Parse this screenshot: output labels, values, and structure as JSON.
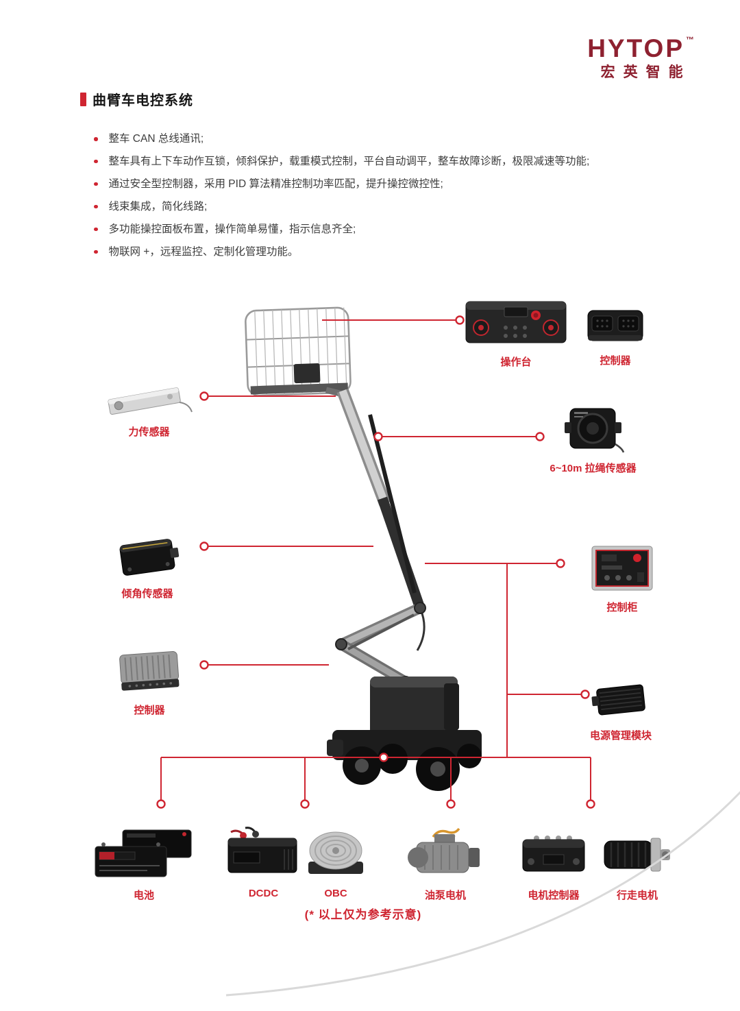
{
  "brand": {
    "name": "HYTOP",
    "tm": "™",
    "cn": "宏英智能"
  },
  "title": "曲臂车电控系统",
  "features": [
    "整车 CAN 总线通讯;",
    "整车具有上下车动作互锁，倾斜保护，载重模式控制，平台自动调平，整车故障诊断，极限减速等功能;",
    "通过安全型控制器，采用 PID 算法精准控制功率匹配，提升操控微控性;",
    "线束集成，简化线路;",
    "多功能操控面板布置，操作简单易懂，指示信息齐全;",
    "物联网 +，远程监控、定制化管理功能。"
  ],
  "callouts": {
    "console": "操作台",
    "controller_top": "控制器",
    "force_sensor": "力传感器",
    "draw_wire_sensor": "6~10m 拉绳传感器",
    "tilt_sensor": "倾角传感器",
    "control_cabinet": "控制柜",
    "controller_left": "控制器",
    "power_module": "电源管理模块"
  },
  "bottom_row": [
    "电池",
    "DCDC",
    "OBC",
    "油泵电机",
    "电机控制器",
    "行走电机"
  ],
  "footnote": "(* 以上仅为参考示意)",
  "colors": {
    "accent": "#cf2531",
    "brand": "#8e2130"
  }
}
